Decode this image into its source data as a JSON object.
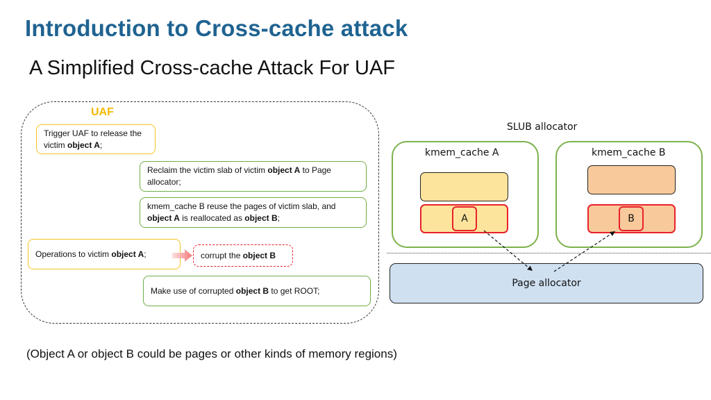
{
  "header": {
    "title": "Introduction to Cross-cache attack",
    "subtitle": "A Simplified Cross-cache Attack For UAF"
  },
  "uaf_panel": {
    "label": "UAF",
    "steps": [
      {
        "parts": [
          {
            "t": "Trigger UAF to release the victim "
          },
          {
            "t": "object A",
            "b": true
          },
          {
            "t": ";"
          }
        ],
        "style": "yellow"
      },
      {
        "parts": [
          {
            "t": "Reclaim the victim slab of victim "
          },
          {
            "t": "object A",
            "b": true
          },
          {
            "t": " to Page allocator;"
          }
        ],
        "style": "green"
      },
      {
        "parts": [
          {
            "t": "kmem_cache B reuse the pages of victim slab, and "
          },
          {
            "t": "object A",
            "b": true
          },
          {
            "t": " is reallocated as "
          },
          {
            "t": "object B",
            "b": true
          },
          {
            "t": ";"
          }
        ],
        "style": "green"
      },
      {
        "parts": [
          {
            "t": "Operations to victim "
          },
          {
            "t": "object A",
            "b": true
          },
          {
            "t": ";"
          }
        ],
        "style": "yellow"
      },
      {
        "parts": [
          {
            "t": "corrupt the "
          },
          {
            "t": "object B",
            "b": true
          }
        ],
        "style": "red-dashed"
      },
      {
        "parts": [
          {
            "t": "Make use of corrupted "
          },
          {
            "t": "object B",
            "b": true
          },
          {
            "t": " to get ROOT;"
          }
        ],
        "style": "green"
      }
    ]
  },
  "diagram": {
    "slub_label": "SLUB allocator",
    "cache_a": {
      "title": "kmem_cache A",
      "object": "A"
    },
    "cache_b": {
      "title": "kmem_cache B",
      "object": "B"
    },
    "page_allocator": "Page allocator"
  },
  "footnote": "(Object A or object B could be pages or other kinds of memory regions)",
  "colors": {
    "title": "#1f6391",
    "uaf_label": "#f5b800",
    "yellow_border": "#f5c320",
    "green_border": "#70ad47",
    "red": "#e8202a",
    "slab_a_fill": "#fde49c",
    "slab_b_fill": "#f7c99b",
    "page_allocator_fill": "#cfe0f1"
  }
}
